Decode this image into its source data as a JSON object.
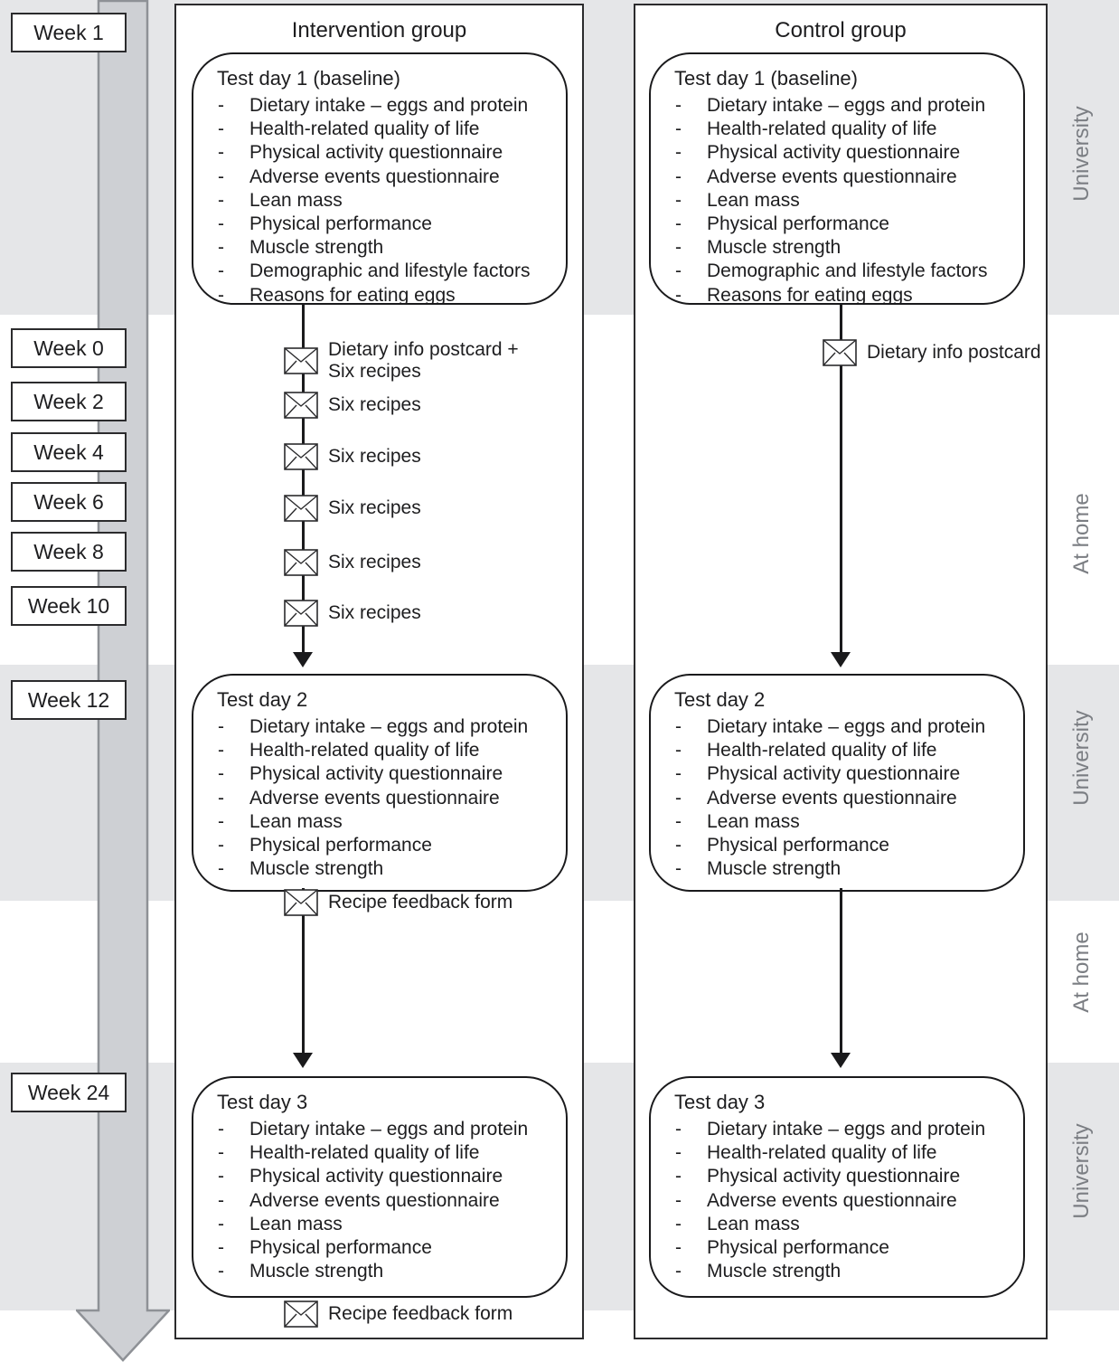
{
  "colors": {
    "band_gray": "#e5e6e8",
    "timeline_fill": "#ced0d4",
    "timeline_border": "#8e9196",
    "line_black": "#1a1a1c",
    "side_label_gray": "#7b7e83"
  },
  "week_labels": [
    "Week 1",
    "Week 0",
    "Week 2",
    "Week 4",
    "Week 6",
    "Week 8",
    "Week 10",
    "Week 12",
    "Week 24"
  ],
  "side_labels": [
    "University",
    "At home",
    "University",
    "At home",
    "University"
  ],
  "intervention": {
    "title": "Intervention group",
    "test_day_1": {
      "title": "Test day 1 (baseline)",
      "items": [
        "Dietary intake – eggs and protein",
        "Health-related quality of life",
        "Physical activity questionnaire",
        "Adverse events questionnaire",
        "Lean mass",
        "Physical performance",
        "Muscle strength",
        "Demographic and lifestyle factors",
        "Reasons for eating eggs"
      ]
    },
    "test_day_2": {
      "title": "Test day 2",
      "items": [
        "Dietary intake – eggs and protein",
        "Health-related quality of life",
        "Physical activity questionnaire",
        "Adverse events questionnaire",
        "Lean mass",
        "Physical performance",
        "Muscle strength"
      ]
    },
    "test_day_3": {
      "title": "Test day 3",
      "items": [
        "Dietary intake – eggs and protein",
        "Health-related quality of life",
        "Physical activity questionnaire",
        "Adverse events questionnaire",
        "Lean mass",
        "Physical performance",
        "Muscle strength"
      ]
    },
    "mail_first_line1": "Dietary info postcard +",
    "mail_first_line2": "Six recipes",
    "mail_rows": [
      "Six recipes",
      "Six recipes",
      "Six recipes",
      "Six recipes",
      "Six recipes"
    ],
    "feedback_after_td2": "Recipe feedback form",
    "feedback_after_td3": "Recipe feedback form"
  },
  "control": {
    "title": "Control group",
    "mail_label": "Dietary info postcard",
    "test_day_1": {
      "title": "Test day 1 (baseline)",
      "items": [
        "Dietary intake – eggs and protein",
        "Health-related quality of life",
        "Physical activity questionnaire",
        "Adverse events questionnaire",
        "Lean mass",
        "Physical performance",
        "Muscle strength",
        "Demographic and lifestyle factors",
        "Reasons for eating eggs"
      ]
    },
    "test_day_2": {
      "title": "Test day 2",
      "items": [
        "Dietary intake – eggs and protein",
        "Health-related quality of life",
        "Physical activity questionnaire",
        "Adverse events questionnaire",
        "Lean mass",
        "Physical performance",
        "Muscle strength"
      ]
    },
    "test_day_3": {
      "title": "Test day 3",
      "items": [
        "Dietary intake – eggs and protein",
        "Health-related quality of life",
        "Physical activity questionnaire",
        "Adverse events questionnaire",
        "Lean mass",
        "Physical performance",
        "Muscle strength"
      ]
    }
  }
}
